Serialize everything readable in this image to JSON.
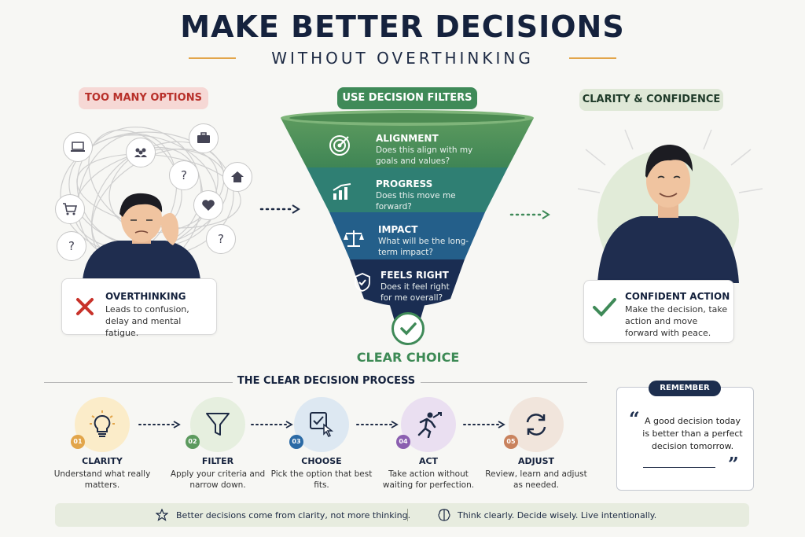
{
  "header": {
    "title": "MAKE BETTER DECISIONS",
    "subtitle": "WITHOUT OVERTHINKING"
  },
  "left": {
    "badge": "TOO MANY OPTIONS",
    "card_title": "OVERTHINKING",
    "card_text": "Leads to confusion, delay and mental fatigue."
  },
  "center": {
    "badge": "USE DECISION FILTERS",
    "filters": [
      {
        "title": "ALIGNMENT",
        "text": "Does this align with my goals and values?",
        "icon": "target-icon"
      },
      {
        "title": "PROGRESS",
        "text": "Does this move me forward?",
        "icon": "chart-icon"
      },
      {
        "title": "IMPACT",
        "text": "What will be the long-term impact?",
        "icon": "scale-icon"
      },
      {
        "title": "FEELS RIGHT",
        "text": "Does it feel right for me overall?",
        "icon": "shield-icon"
      }
    ],
    "result": "CLEAR CHOICE"
  },
  "right": {
    "badge": "CLARITY & CONFIDENCE",
    "card_title": "CONFIDENT ACTION",
    "card_text": "Make the decision, take action and move forward with peace."
  },
  "process": {
    "title": "THE CLEAR DECISION PROCESS",
    "steps": [
      {
        "num": "01",
        "label": "CLARITY",
        "desc": "Understand what really matters.",
        "icon": "lightbulb-icon"
      },
      {
        "num": "02",
        "label": "FILTER",
        "desc": "Apply your criteria and narrow down.",
        "icon": "funnel-icon"
      },
      {
        "num": "03",
        "label": "CHOOSE",
        "desc": "Pick the option that best fits.",
        "icon": "checkbox-click-icon"
      },
      {
        "num": "04",
        "label": "ACT",
        "desc": "Take action without waiting for perfection.",
        "icon": "runner-icon"
      },
      {
        "num": "05",
        "label": "ADJUST",
        "desc": "Review, learn and adjust as needed.",
        "icon": "refresh-icon"
      }
    ]
  },
  "remember": {
    "label": "REMEMBER",
    "quote": "A good decision today is better than a perfect decision tomorrow."
  },
  "footer": {
    "left": "Better decisions come from clarity, not more thinking.",
    "right": "Think clearly. Decide wisely. Live intentionally."
  },
  "colors": {
    "navy": "#15223d",
    "green": "#3f8a58",
    "red": "#c8322a",
    "accent": "#e2a54a"
  }
}
